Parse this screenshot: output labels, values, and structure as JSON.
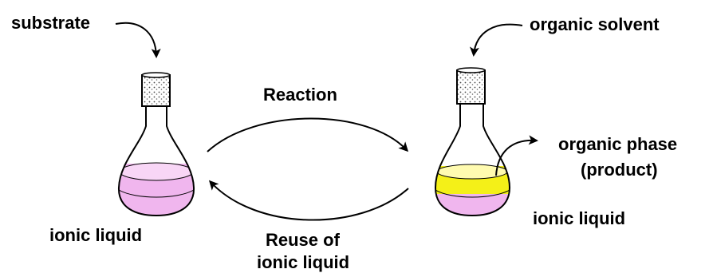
{
  "labels": {
    "substrate": "substrate",
    "organic_solvent": "organic solvent",
    "reaction": "Reaction",
    "organic_phase_line1": "organic phase",
    "organic_phase_line2": "(product)",
    "ionic_liquid_left": "ionic liquid",
    "ionic_liquid_right": "ionic liquid",
    "reuse_line1": "Reuse of",
    "reuse_line2": "ionic liquid"
  },
  "colors": {
    "ionic_liquid": "#f0b6ee",
    "ionic_liquid_top": "#f8d6f6",
    "organic_phase": "#f4f018",
    "organic_phase_top": "#fffbb0",
    "stroke": "#000000"
  }
}
